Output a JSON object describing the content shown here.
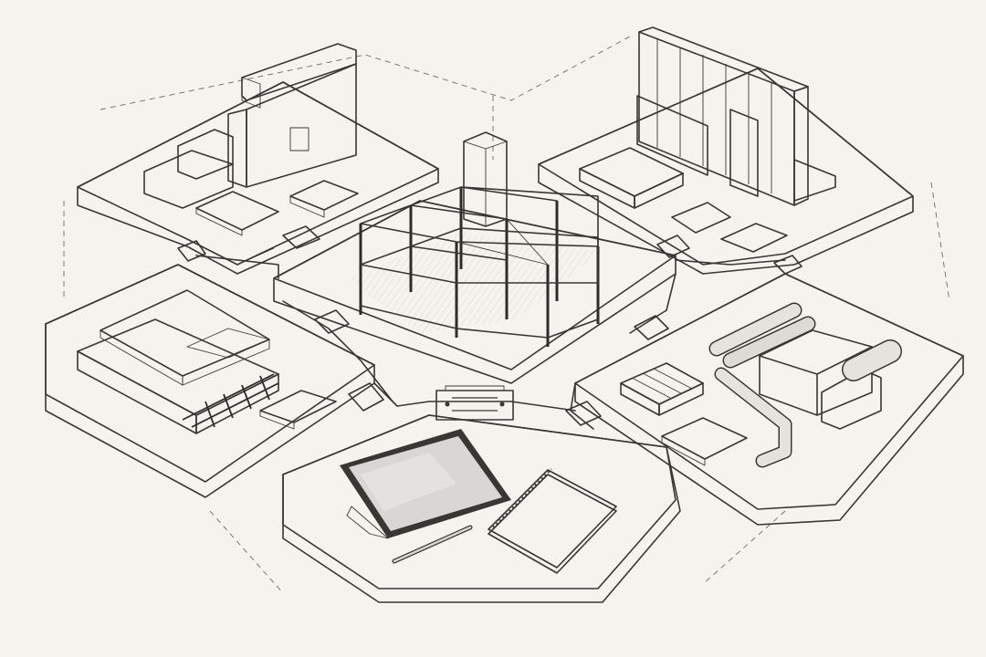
{
  "colors": {
    "paper": "#f6f3ee",
    "ink": "#3a3633",
    "pad_top": "#f3f1ed",
    "pad_side": "#d9d5d0",
    "orange": "#e8935a",
    "orange_light": "#f0a876",
    "pink": "#d6336c",
    "pink_dark": "#a8244f",
    "concrete": "#cfcac4",
    "steel": "#8a8580",
    "screen": "#d9d7d4"
  },
  "modules": [
    {
      "id": "masonry",
      "materials": [
        "brick-wall",
        "brick-stack",
        "stone-slab",
        "concrete-slab"
      ]
    },
    {
      "id": "framing",
      "materials": [
        "stud-wall",
        "drywall-sheet",
        "insulation",
        "tile-sample"
      ]
    },
    {
      "id": "structure",
      "materials": [
        "steel-frame",
        "column-core"
      ]
    },
    {
      "id": "floor",
      "materials": [
        "floor-tile",
        "concrete-slab",
        "rebar",
        "stone-sample"
      ]
    },
    {
      "id": "mep",
      "materials": [
        "pipe",
        "duct",
        "plank-stack",
        "tile-sample"
      ]
    },
    {
      "id": "planning",
      "materials": [
        "tablet",
        "stylus",
        "notebook"
      ]
    }
  ]
}
